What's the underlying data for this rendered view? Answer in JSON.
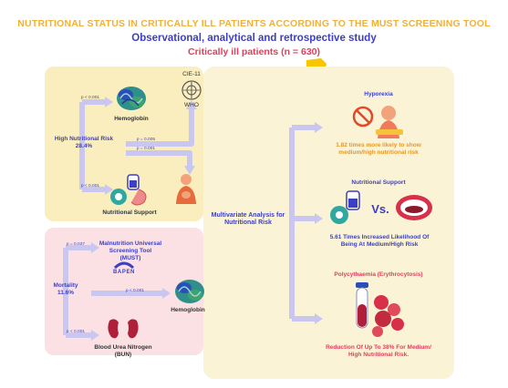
{
  "header": {
    "title": "NUTRITIONAL STATUS IN CRITICALLY ILL PATIENTS ACCORDING TO THE MUST SCREENING TOOL",
    "subtitle": "Observational, analytical and retrospective study",
    "population": "Critically ill patients (n = 630)"
  },
  "left_top": {
    "risk_label": "High Nutritional Risk",
    "risk_value": "28.4%",
    "hemoglobin": "Hemoglobin",
    "support": "Nutritional Support",
    "cie": "CIE-11",
    "who": "WHO",
    "p1": "p < 0.001",
    "p2": "p = 0.005",
    "p3": "p = 0.001",
    "p4": "p < 0.001"
  },
  "left_bottom": {
    "must": "Malnutrition Universal Screening Tool (MUST)",
    "bapen": "BAPEN",
    "mortality_label": "Mortality",
    "mortality_value": "11.6%",
    "hemoglobin": "Hemoglobin",
    "bun": "Blood Urea Nitrogen (BUN)",
    "p1": "p = 0.037",
    "p2": "p < 0.001",
    "p3": "p < 0.001"
  },
  "center": {
    "analysis": "Multivariate Analysis for Nutritional Risk"
  },
  "results": [
    {
      "title": "Hyporexia",
      "text": "1.82 times more likely to show medium/high nutritional risk"
    },
    {
      "title": "Nutritional Support",
      "vs": "Vs.",
      "text": "5.61 Times Increased Likelihood Of Being At Medium/High Risk"
    },
    {
      "title": "Polycythaemia (Erythrocytosis)",
      "text": "Reduction Of Up To 38% For Medium/ High Nutritional Risk."
    }
  ],
  "colors": {
    "yellow": "#f2b134",
    "blue": "#3c3fc4",
    "red": "#e0405c",
    "arrow": "#c9c6f0"
  }
}
